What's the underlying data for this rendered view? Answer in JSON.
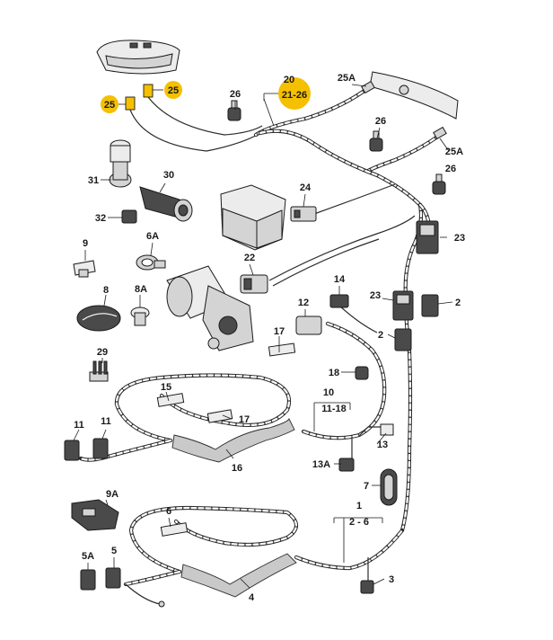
{
  "colors": {
    "highlight": "#f5c000",
    "ink": "#1a1a1a"
  },
  "labels": {
    "l20": "20",
    "l21_26": "21-26",
    "l25a_top": "25A",
    "l26_a": "26",
    "l26_b": "26",
    "l26_c": "26",
    "l25a_right": "25A",
    "l25_left": "25",
    "l25_right": "25",
    "l31": "31",
    "l30": "30",
    "l24": "24",
    "l32": "32",
    "l23_right": "23",
    "l9": "9",
    "l6a": "6A",
    "l22": "22",
    "l14": "14",
    "l8": "8",
    "l8a": "8A",
    "l23_left": "23",
    "l2_a": "2",
    "l12": "12",
    "l2_b": "2",
    "l17_top": "17",
    "l29": "29",
    "l18": "18",
    "l10": "10",
    "l11_18": "11-18",
    "l15": "15",
    "l17_mid": "17",
    "l11_a": "11",
    "l11_b": "11",
    "l13": "13",
    "l16": "16",
    "l13a": "13A",
    "l7": "7",
    "l9a": "9A",
    "l1": "1",
    "l2_6": "2 - 6",
    "l6": "6",
    "l5a": "5A",
    "l5": "5",
    "l3": "3",
    "l4": "4"
  }
}
